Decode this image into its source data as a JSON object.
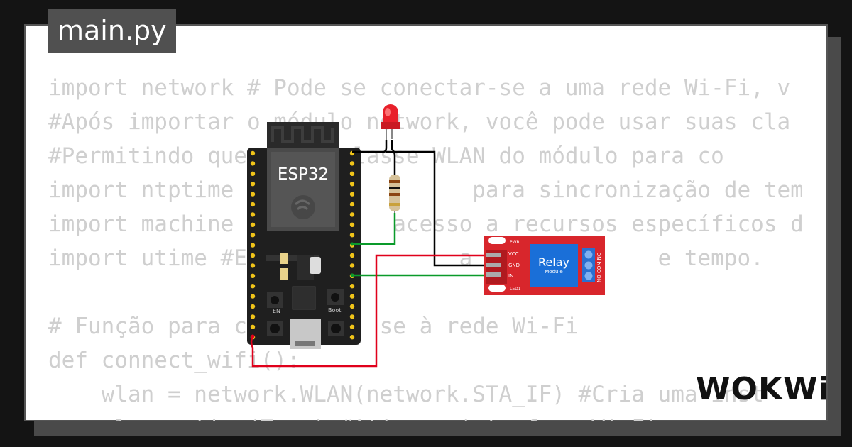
{
  "tab": {
    "filename": "main.py"
  },
  "code_lines": [
    "import network # Pode se conectar-se a uma rede Wi-Fi, v",
    "#Após importar o módulo network, você pode usar suas cla",
    "#Permitindo que use a classe WLAN do módulo para co",
    "import ntptime                  para sincronização de tempo c",
    "import machine            acesso a recursos específicos da",
    "import utime #E                a para         e tempo.",
    "",
    "# Função para c          se à rede Wi-Fi",
    "def connect_wifi():",
    "    wlan = network.WLAN(network.STA_IF) #Cria uma inst",
    "    wlan.active(True) #Ativa a interface Wi-Fi"
  ],
  "board": {
    "chip_label": "ESP32",
    "en_label": "EN",
    "boot_label": "Boot"
  },
  "relay": {
    "title": "Relay",
    "subtitle": "Module",
    "pin_vcc": "VCC",
    "pin_gnd": "GND",
    "pin_in": "IN",
    "pwr_label": "PWR",
    "led_label": "LED1",
    "terminal_labels": "NO COM NC"
  },
  "brand": {
    "logo_text": "WOKWi"
  },
  "colors": {
    "board": "#1f1f1f",
    "relay_board": "#d8262c",
    "relay_block": "#1a6fd8",
    "wire_power": "#e0001b",
    "wire_signal": "#0a9a2a",
    "wire_ground": "#000000",
    "led": "#e8202a"
  }
}
